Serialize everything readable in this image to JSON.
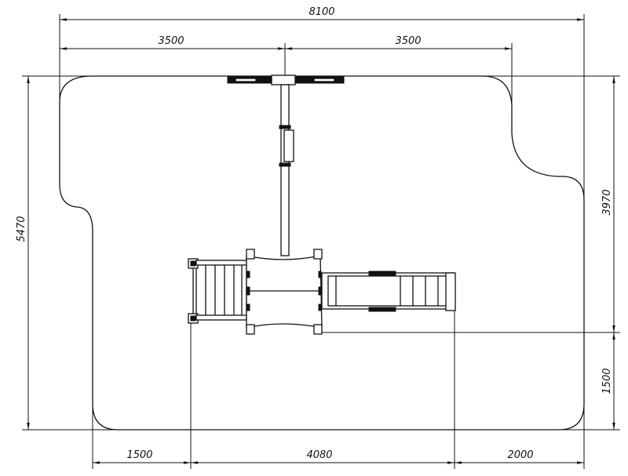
{
  "dimensions": {
    "total_width": "8100",
    "left_half": "3500",
    "right_half": "3500",
    "total_height": "5470",
    "right_upper_height": "3970",
    "right_lower_height": "1500",
    "bottom_left": "1500",
    "bottom_middle": "4080",
    "bottom_right": "2000"
  }
}
